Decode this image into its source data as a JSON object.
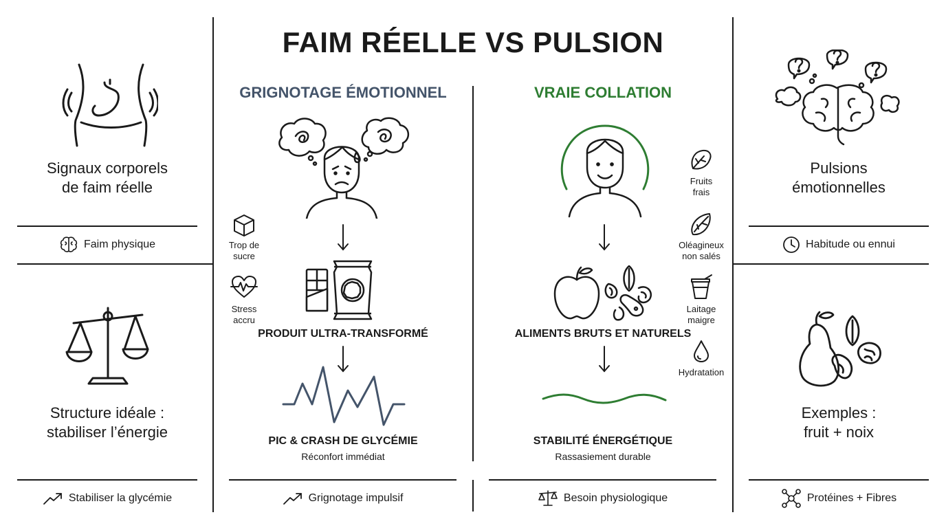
{
  "title": "FAIM RÉELLE VS PULSION",
  "colors": {
    "ink": "#1a1a1a",
    "emotional": "#44546a",
    "natural": "#2e7d32"
  },
  "left": {
    "top_heading": "Signaux corporels de faim réelle",
    "top_heading_l1": "Signaux corporels",
    "top_heading_l2": "de faim réelle",
    "top_label": "Faim physique",
    "bottom_heading_l1": "Structure idéale :",
    "bottom_heading_l2": "stabiliser l’énergie",
    "bottom_label": "Stabiliser la glycémie"
  },
  "right": {
    "top_heading_l1": "Pulsions",
    "top_heading_l2": "émotionnelles",
    "top_label": "Habitude ou ennui",
    "bottom_heading_l1": "Exemples :",
    "bottom_heading_l2": "fruit + noix",
    "bottom_label": "Protéines + Fibres"
  },
  "emotional": {
    "title": "GRIGNOTAGE ÉMOTIONNEL",
    "product": "PRODUIT ULTRA-TRANSFORMÉ",
    "result": "PIC & CRASH DE GLYCÉMIE",
    "result_sub": "Réconfort immédiat",
    "footer": "Grignotage impulsif",
    "side_items": [
      {
        "icon": "sugar-cube-icon",
        "label_l1": "Trop de",
        "label_l2": "sucre"
      },
      {
        "icon": "heartbeat-icon",
        "label_l1": "Stress",
        "label_l2": "accru"
      }
    ]
  },
  "natural": {
    "title": "VRAIE COLLATION",
    "product": "ALIMENTS BRUTS ET NATURELS",
    "result": "STABILITÉ ÉNERGÉTIQUE",
    "result_sub": "Rassasiement durable",
    "footer": "Besoin physiologique",
    "side_items": [
      {
        "icon": "leaf-icon",
        "label_l1": "Fruits",
        "label_l2": "frais"
      },
      {
        "icon": "almond-icon",
        "label_l1": "Oléagineux",
        "label_l2": "non salés"
      },
      {
        "icon": "yogurt-icon",
        "label_l1": "Laitage",
        "label_l2": "maigre"
      },
      {
        "icon": "water-drop-icon",
        "label_l1": "Hydratation",
        "label_l2": ""
      }
    ]
  }
}
